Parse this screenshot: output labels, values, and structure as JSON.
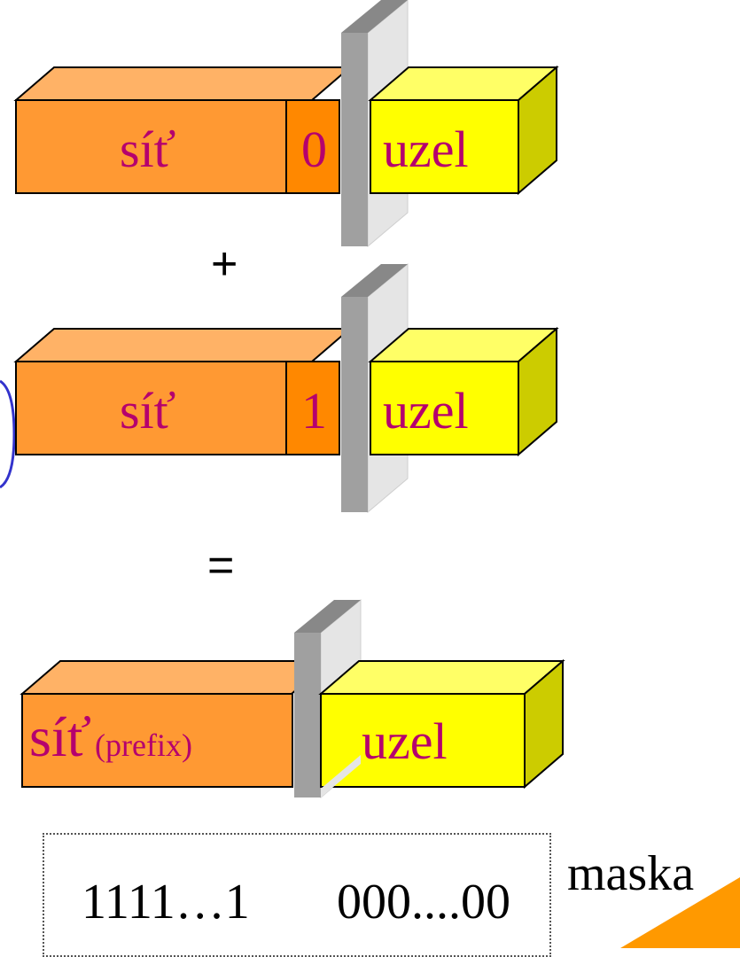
{
  "row1": {
    "net": "síť",
    "bit": "0",
    "host": "uzel"
  },
  "plus": "+",
  "row2": {
    "net": "síť",
    "bit": "1",
    "host": "uzel"
  },
  "equals": "=",
  "row3": {
    "net": "síť",
    "prefix": "(prefix)",
    "host": "uzel"
  },
  "mask": {
    "ones": "1111…1",
    "zeros": "000....00",
    "label": "maska"
  },
  "colors": {
    "net_front": "#ff9933",
    "net_top": "#ffb266",
    "bit_front": "#ff8800",
    "host_front": "#ffff00",
    "host_side": "#cccc00",
    "label": "#b5006e",
    "divider": "#a0a0a0",
    "side_bracket": "#3333cc",
    "corner": "#ff9900"
  }
}
